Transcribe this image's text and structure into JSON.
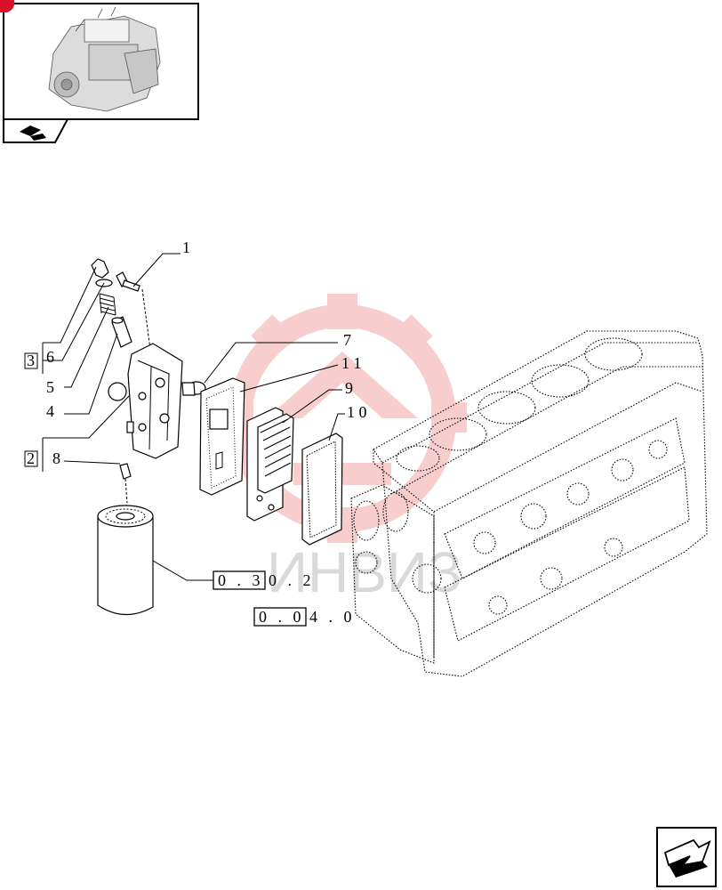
{
  "thumbnail": {
    "icon": "engine-thumbnail-icon",
    "footer_icon": "book-tab-icon"
  },
  "callouts": {
    "c1": "1",
    "c7": "7",
    "c11": "1 1",
    "c9": "9",
    "c10": "1 0",
    "c6": "6",
    "c5": "5",
    "c4": "4",
    "c8": "8"
  },
  "groups": {
    "g3": "3",
    "g2": "2"
  },
  "refs": {
    "r1_boxed": "0 . 3",
    "r1_rest": "0 . 2",
    "r2_boxed": "0 . 0",
    "r2_rest": "4 . 0"
  },
  "watermark": {
    "text": "ИНВИЗ",
    "color": "#f3b0b0"
  },
  "nav": {
    "icon": "next-page-arrow-icon"
  }
}
